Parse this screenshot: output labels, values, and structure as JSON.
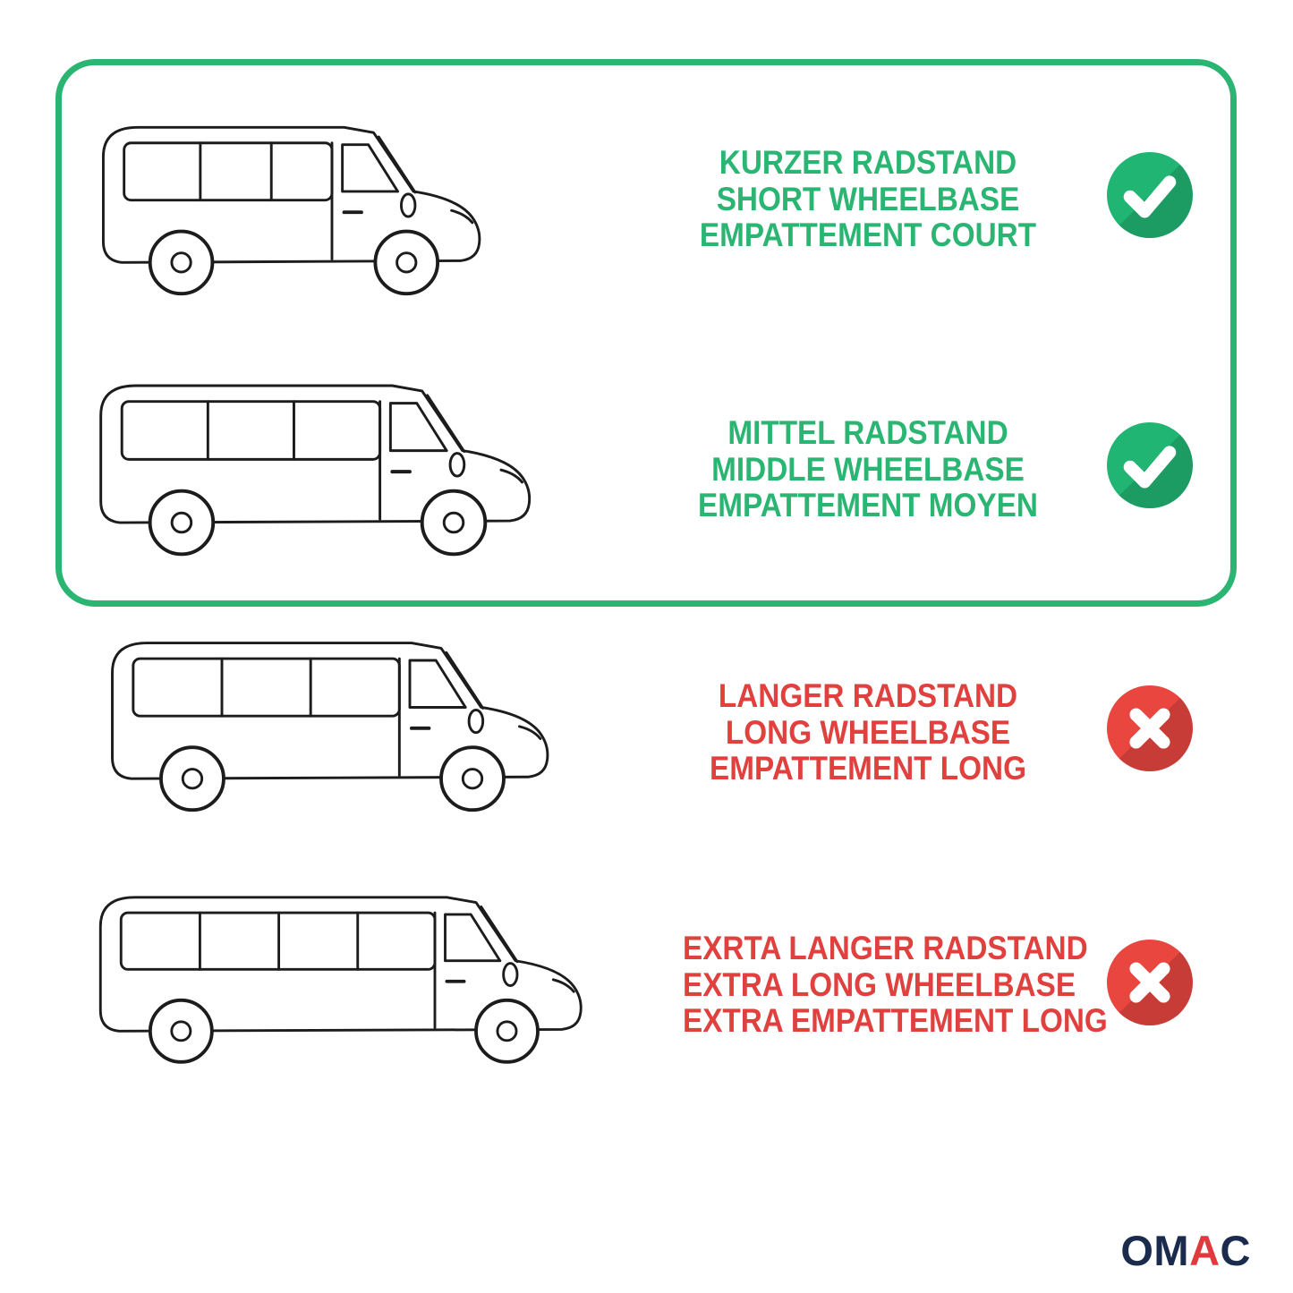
{
  "colors": {
    "green": "#2BB573",
    "red": "#E0413E",
    "icon_green": "#21B573",
    "icon_red": "#E8463F",
    "line": "#1C1C1C",
    "logo_navy": "#1B2B4D",
    "logo_red": "#E0393E"
  },
  "rows": [
    {
      "id": "short-wheelbase",
      "lines": [
        "KURZER RADSTAND",
        "SHORT WHEELBASE",
        "EMPATTEMENT COURT"
      ],
      "status": "check",
      "color": "green"
    },
    {
      "id": "middle-wheelbase",
      "lines": [
        "MITTEL RADSTAND",
        "MIDDLE WHEELBASE",
        "EMPATTEMENT MOYEN"
      ],
      "status": "check",
      "color": "green"
    },
    {
      "id": "long-wheelbase",
      "lines": [
        "LANGER RADSTAND",
        "LONG WHEELBASE",
        "EMPATTEMENT LONG"
      ],
      "status": "cross",
      "color": "red"
    },
    {
      "id": "extra-long-wheelbase",
      "lines": [
        "EXRTA LANGER RADSTAND",
        "EXTRA LONG WHEELBASE",
        "EXTRA EMPATTEMENT LONG"
      ],
      "status": "cross",
      "color": "red"
    }
  ],
  "icons": {
    "check": "check-icon",
    "cross": "cross-icon"
  },
  "logo": {
    "om": "OM",
    "a": "A",
    "c": "C"
  }
}
